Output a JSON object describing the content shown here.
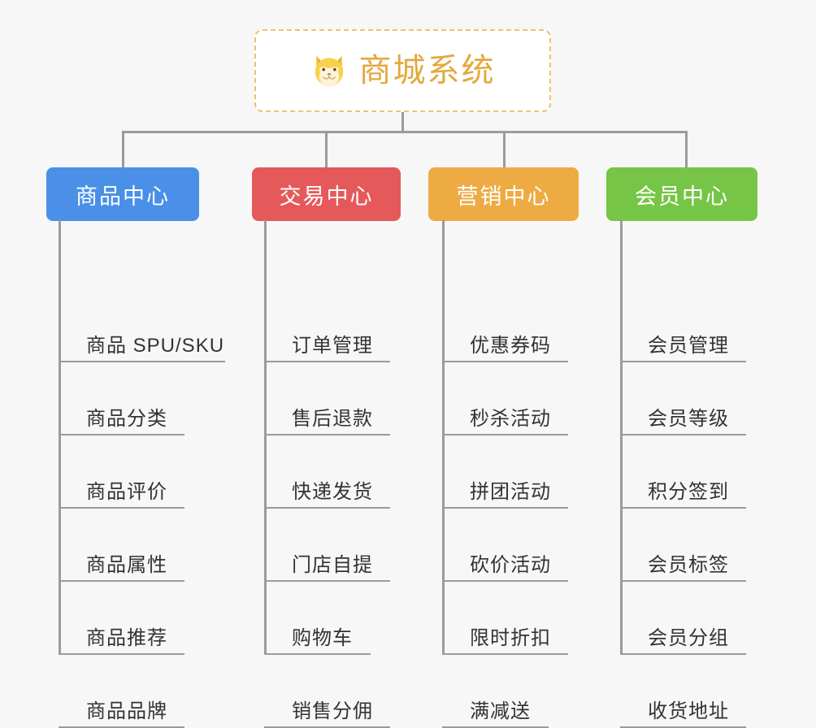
{
  "root": {
    "title": "商城系统",
    "icon": "shiba-dog-icon",
    "border_color": "#f0c070",
    "title_color": "#e3a93e",
    "background": "#ffffff"
  },
  "canvas": {
    "background": "#f7f7f7",
    "connector_color": "#9b9b9b"
  },
  "branches": [
    {
      "label": "商品中心",
      "color": "#4a90e8",
      "key": "product-center",
      "items": [
        "商品 SPU/SKU",
        "商品分类",
        "商品评价",
        "商品属性",
        "商品推荐",
        "商品品牌"
      ]
    },
    {
      "label": "交易中心",
      "color": "#e5595b",
      "key": "trade-center",
      "items": [
        "订单管理",
        "售后退款",
        "快递发货",
        "门店自提",
        "购物车",
        "销售分佣"
      ]
    },
    {
      "label": "营销中心",
      "color": "#eeab43",
      "key": "marketing-center",
      "items": [
        "优惠券码",
        "秒杀活动",
        "拼团活动",
        "砍价活动",
        "限时折扣",
        "满减送"
      ]
    },
    {
      "label": "会员中心",
      "color": "#76c546",
      "key": "member-center",
      "items": [
        "会员管理",
        "会员等级",
        "积分签到",
        "会员标签",
        "会员分组",
        "收货地址"
      ]
    }
  ]
}
